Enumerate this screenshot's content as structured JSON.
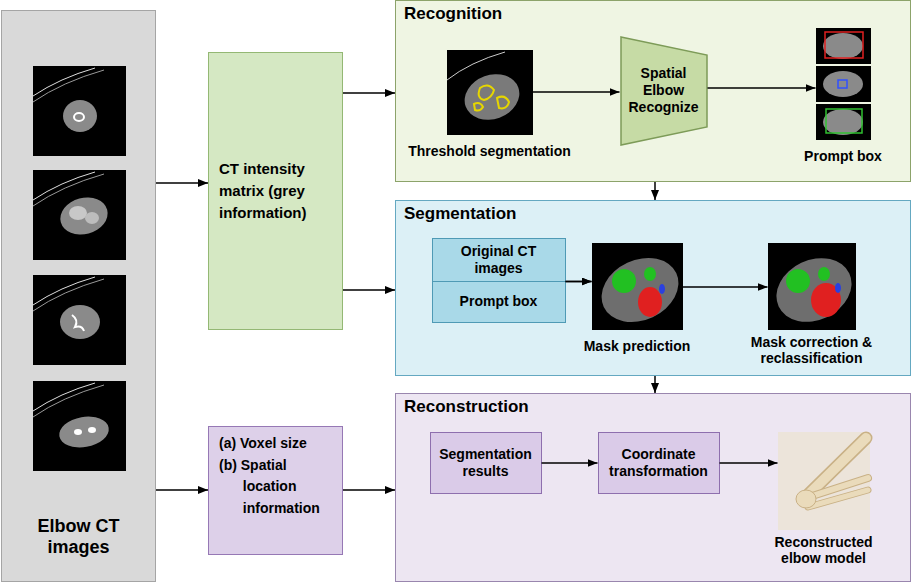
{
  "diagram": {
    "nodes": [
      {
        "text": [
          "Elbow CT images"
        ]
      },
      {
        "text": [
          "CT intensity matrix (grey information)"
        ]
      },
      {
        "text": [
          "(a) Voxel size",
          "(b) Spatial location information"
        ]
      },
      {
        "text": [
          "Recognition"
        ]
      },
      {
        "text": [
          "Threshold segmentation"
        ],
        "in": 3
      },
      {
        "text": [
          "Spatial Elbow Recognize"
        ],
        "in": 3
      },
      {
        "text": [
          "Prompt box"
        ],
        "in": 3
      },
      {
        "text": [
          "Segmentation"
        ]
      },
      {
        "text": [
          "Original CT images"
        ],
        "in": 7
      },
      {
        "text": [
          "Prompt box"
        ],
        "in": 7
      },
      {
        "text": [
          "Mask prediction"
        ],
        "in": 7
      },
      {
        "text": [
          "Mask correction & reclassification"
        ],
        "in": 7
      },
      {
        "text": [
          "Reconstruction"
        ]
      },
      {
        "text": [
          "Segmentation results"
        ],
        "in": 12
      },
      {
        "text": [
          "Coordinate transformation"
        ],
        "in": 12
      },
      {
        "text": [
          "Reconstructed elbow model"
        ],
        "in": 12
      }
    ],
    "edges": [
      {
        "from": 0,
        "to": 1,
        "arrow": "to"
      },
      {
        "from": 0,
        "to": 2,
        "arrow": "to"
      },
      {
        "from": 1,
        "to": 3,
        "arrow": "to"
      },
      {
        "from": 1,
        "to": 7,
        "arrow": "to"
      },
      {
        "from": 2,
        "to": 12,
        "arrow": "to"
      },
      {
        "from": 4,
        "to": 5,
        "arrow": "to"
      },
      {
        "from": 5,
        "to": 6,
        "arrow": "to"
      },
      {
        "from": 3,
        "to": 7,
        "arrow": "to"
      },
      {
        "from": 8,
        "to": 10,
        "arrow": "to"
      },
      {
        "from": 9,
        "to": 10,
        "arrow": "to"
      },
      {
        "from": 10,
        "to": 11,
        "arrow": "to"
      },
      {
        "from": 7,
        "to": 12,
        "arrow": "to"
      },
      {
        "from": 13,
        "to": 14,
        "arrow": "to"
      },
      {
        "from": 14,
        "to": 15,
        "arrow": "to"
      }
    ]
  }
}
